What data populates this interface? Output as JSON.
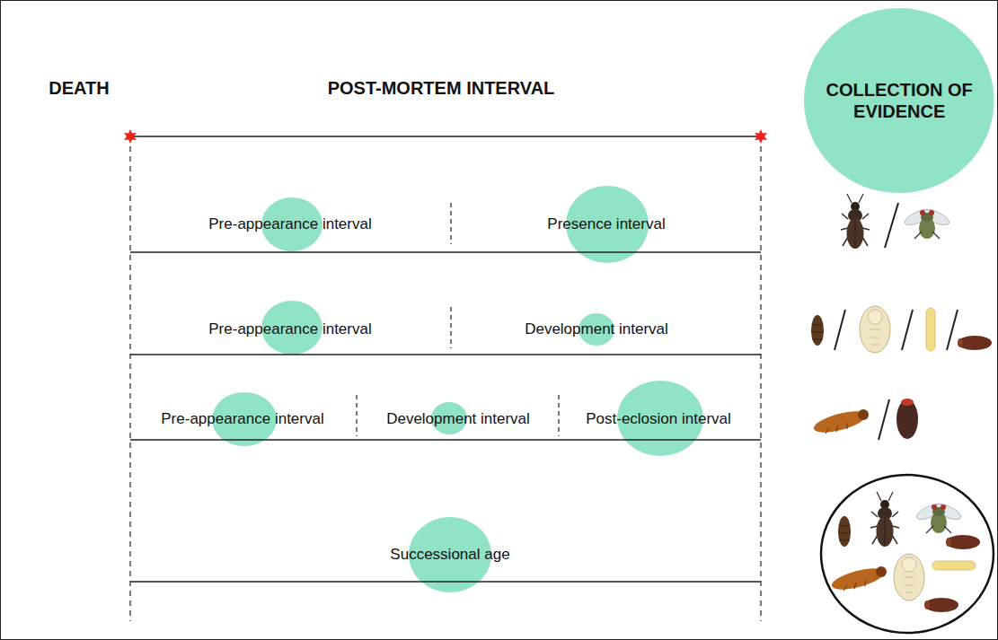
{
  "diagram": {
    "title": "POST-MORTEM INTERVAL",
    "nodes": [
      {
        "text": [
          "COLLECTION OF EVIDENCE"
        ]
      }
    ],
    "labels": [
      "DEATH",
      "Pre-appearance interval",
      "Presence interval",
      "Pre-appearance interval",
      "Development interval",
      "Pre-appearance interval",
      "Development interval",
      "Post-eclosion interval",
      "Successional age"
    ]
  }
}
